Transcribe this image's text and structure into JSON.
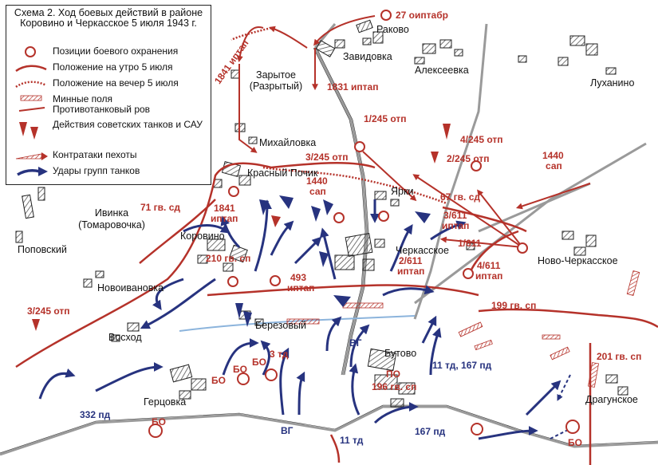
{
  "legend": {
    "title": "Схема 2. Ход боевых действий в районе Коровино и Черкасское 5 июля 1943 г.",
    "items": [
      {
        "icon": "outpost-icon",
        "label": "Позиции боевого охранения"
      },
      {
        "icon": "morning-line-icon",
        "label": "Положение на утро 5 июля"
      },
      {
        "icon": "evening-line-icon",
        "label": "Положение на вечер 5 июля"
      },
      {
        "icon": "minefield-icon",
        "label": "Минные поля\nПротивотанковый ров"
      },
      {
        "icon": "soviet-tanks-icon",
        "label": "Действия советских танков и САУ"
      },
      {
        "icon": "counterattack-icon",
        "label": "Контратаки пехоты"
      },
      {
        "icon": "tank-strike-icon",
        "label": "Удары групп танков"
      }
    ]
  },
  "places": {
    "rakovo": "Раково",
    "zavidovka": "Завидовка",
    "alekseevka": "Алексеевка",
    "lukhanino": "Луханино",
    "zarytoe": "Зарытое (Разрытый)",
    "mikhailovka": "Михайловка",
    "krasny_pochik": "Красный Почик",
    "yarki": "Ярки",
    "ivinka": "Ивинка (Томаровочка)",
    "popovsky": "Поповский",
    "korovino": "Коровино",
    "novoivanovka": "Новоивановка",
    "cherkasskoe": "Черкасское",
    "novo_cherkasskoe": "Ново-Черкасское",
    "berezovy": "Березовый",
    "voskhod": "Восход",
    "butovo": "Бутово",
    "gertsovka": "Герцовка",
    "dragunskoe": "Драгунское"
  },
  "units": {
    "u27": "27 оиптабр",
    "u1841a": "1841 иптап",
    "u1831": "1831 иптап",
    "u1_245": "1/245 отп",
    "u4_245": "4/245 отп",
    "u2_245": "2/245 отп",
    "u3_245a": "3/245 отп",
    "u1440a_n": "1440",
    "u1440a_s": "сап",
    "u1440b_n": "1440",
    "u1440b_s": "сап",
    "u1841b_n": "1841",
    "u1841b_s": "иптап",
    "u67": "67 гв. сд",
    "u71": "71 гв. сд",
    "u3_611_n": "3/611",
    "u3_611_s": "иптап",
    "u1_611": "1/611",
    "u2_611_n": "2/611",
    "u2_611_s": "иптап",
    "u4_611_n": "4/611",
    "u4_611_s": "иптап",
    "u210": "210 гв. сп",
    "u493_n": "493",
    "u493_s": "иптап",
    "u199": "199 гв. сп",
    "u201": "201 гв. сп",
    "u3_245b": "3/245 отп",
    "u332": "332 пд",
    "u3td": "3 тд",
    "bo1": "БО",
    "bo2": "БО",
    "bo3": "БО",
    "bo4": "БО",
    "bo5": "БО",
    "po": "ПО",
    "u196": "196 гв. сп",
    "u11td": "11 тд, 167 пд",
    "u11td_b": "11 тд",
    "u167": "167 пд",
    "vg1": "ВГ",
    "vg2": "ВГ"
  },
  "colors": {
    "soviet": "#b5322a",
    "german": "#27337f",
    "river": "#8cb4dc",
    "road": "#9a9a9a"
  }
}
